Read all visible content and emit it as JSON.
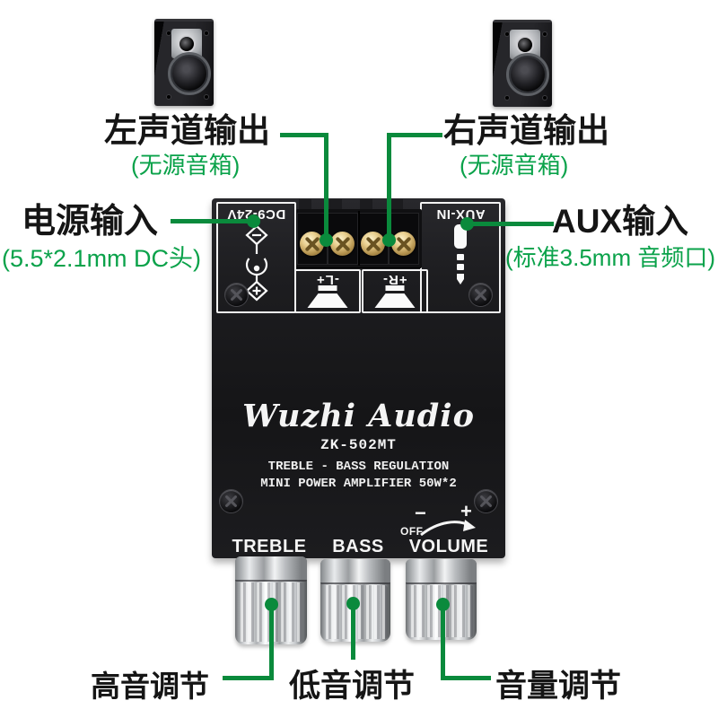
{
  "colors": {
    "annotation_text_green": "#0aa24a",
    "callout_line_green": "#0a8a3c",
    "board_black": "#1a1a1d"
  },
  "callouts": {
    "left_output": {
      "title": "左声道输出",
      "subtitle": "(无源音箱)"
    },
    "right_output": {
      "title": "右声道输出",
      "subtitle": "(无源音箱)"
    },
    "power_input": {
      "title": "电源输入",
      "subtitle": "(5.5*2.1mm DC头)"
    },
    "aux_input": {
      "title": "AUX输入",
      "subtitle": "(标准3.5mm 音频口)"
    },
    "treble_knob": {
      "label": "高音调节"
    },
    "bass_knob": {
      "label": "低音调节"
    },
    "volume_knob": {
      "label": "音量调节"
    }
  },
  "board": {
    "power_port_label": "DC9-24V",
    "aux_port_label": "AUX-IN",
    "left_channel_terminal": "-L+",
    "right_channel_terminal": "+R-",
    "brand": "Wuzhi Audio",
    "model": "ZK-502MT",
    "spec_line1": "TREBLE - BASS REGULATION",
    "spec_line2": "MINI POWER AMPLIFIER 50W*2",
    "knob_labels": [
      "TREBLE",
      "BASS",
      "VOLUME"
    ],
    "volume_scale": {
      "off": "OFF",
      "min": "−",
      "max": "+"
    }
  }
}
